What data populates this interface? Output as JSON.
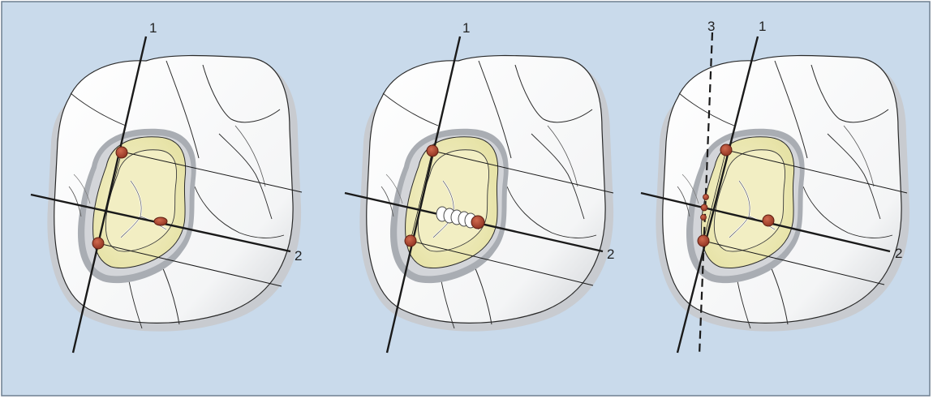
{
  "colors": {
    "panel_background": "#c9daeb",
    "panel_border": "#6e7f90",
    "tooth_fill": "#ffffff",
    "tooth_shadow": "#c4c7cb",
    "cusp_ring_outer": "#a9adb3",
    "cusp_ring_inner": "#d2d4d8",
    "yellow_outer": "#e9e6ad",
    "yellow_inner": "#f4f0c6",
    "contact_dot": "#a8432d",
    "line": "#1a1a1a"
  },
  "panels": [
    {
      "id": "left",
      "line_labels": {
        "axis1": "1",
        "axis2": "2"
      },
      "icons": [
        "molar-occlusal-icon"
      ]
    },
    {
      "id": "middle",
      "line_labels": {
        "axis1": "1",
        "axis2": "2"
      },
      "icons": [
        "molar-occlusal-icon",
        "bead-chain-icon"
      ]
    },
    {
      "id": "right",
      "line_labels": {
        "axis1": "1",
        "axis2": "2",
        "axis3": "3"
      },
      "icons": [
        "molar-occlusal-icon"
      ]
    }
  ]
}
